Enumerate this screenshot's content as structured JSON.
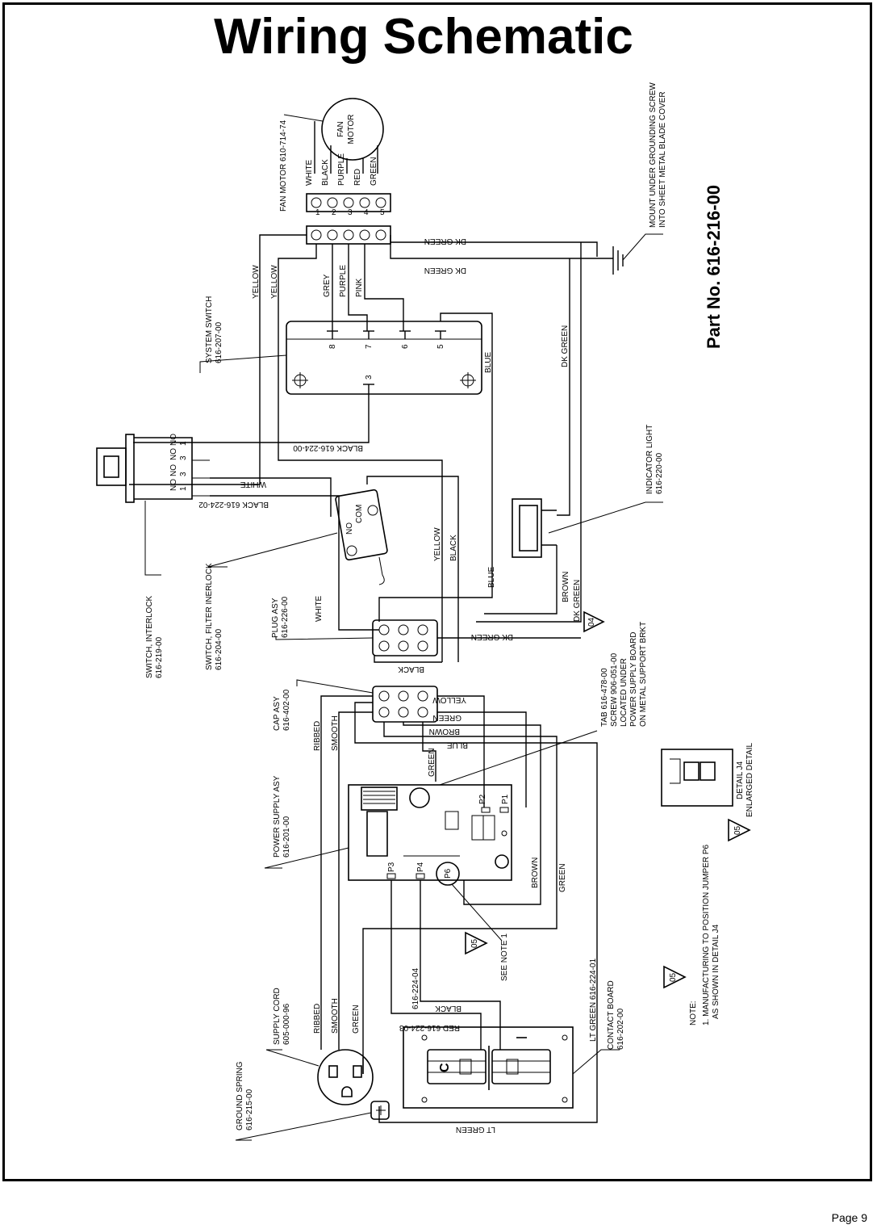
{
  "page": {
    "title": "Wiring Schematic",
    "page_number": "Page 9",
    "part_number": "Part No. 616-216-00"
  },
  "labels": {
    "fan_motor_ref": "FAN MOTOR 610-714-74",
    "fan_motor_l1": "FAN",
    "fan_motor_l2": "MOTOR",
    "mount_note_1": "MOUNT UNDER GROUNDING SCREW",
    "mount_note_2": "INTO SHEET METAL BLADE COVER",
    "system_switch_1": "SYSTEM SWITCH",
    "system_switch_2": "616-207-00",
    "indicator_light_1": "INDICATOR LIGHT",
    "indicator_light_2": "616-220-00",
    "switch_interlock_1": "SWITCH, INTERLOCK",
    "switch_interlock_2": "616-219-00",
    "switch_filter_1": "SWITCH, FILTER INERLOCK",
    "switch_filter_2": "616-204-00",
    "plug_asy_1": "PLUG ASY",
    "plug_asy_2": "616-226-00",
    "cap_asy_1": "CAP ASY",
    "cap_asy_2": "616-402-00",
    "power_supply_1": "POWER SUPPLY ASY",
    "power_supply_2": "616-201-00",
    "supply_cord_1": "SUPPLY CORD",
    "supply_cord_2": "605-000-96",
    "ground_spring_1": "GROUND SPRING",
    "ground_spring_2": "616-215-00",
    "contact_board_1": "CONTACT BOARD",
    "contact_board_2": "616-202-00",
    "tab_1": "TAB 616-478-00",
    "tab_2": "SCREW 906-051-00",
    "tab_3": "LOCATED UNDER",
    "tab_4": "POWER SUPPLY BOARD",
    "tab_5": "ON METAL SUPPORT BRKT",
    "detail_1": "DETAIL J4",
    "detail_2": "ENLARGED DETAIL",
    "see_note": "SEE NOTE 1",
    "note_title": "NOTE:",
    "note_1": "1. MANUFACTURING TO POSITION JUMPER P6",
    "note_2": "AS SHOWN IN DETAIL J4",
    "tri_04": "04",
    "tri_05a": "05",
    "tri_05b": "05",
    "tri_05c": "05",
    "black_00": "BLACK 616-224-00",
    "black_02": "BLACK 616-224-02",
    "red_03": "RED 616-224-03",
    "w_04": "616-224-04",
    "ltgreen_01": "LT GREEN 616-224-01",
    "sw_no1": "NO",
    "sw_no2": "NO",
    "sw_no3": "NO",
    "sw_no4": "NO",
    "sw_3a": "3",
    "sw_3b": "3",
    "sw_1a": "1",
    "sw_1b": "1",
    "com": "COM",
    "no": "NO",
    "p1": "P1",
    "p2": "P2",
    "p3": "P3",
    "p4": "P4",
    "p6": "P6",
    "ss_8": "8",
    "ss_7": "7",
    "ss_6": "6",
    "ss_5": "5",
    "ss_3": "3"
  },
  "fan_terminals": [
    "1",
    "2",
    "3",
    "4",
    "5"
  ],
  "wires": {
    "white": "WHITE",
    "black": "BLACK",
    "purple": "PURPLE",
    "red": "RED",
    "green": "GREEN",
    "grey": "GREY",
    "purple2": "PURPLE",
    "pink": "PINK",
    "yellow1": "YELLOW",
    "yellow2": "YELLOW",
    "dkgreen1": "DK GREEN",
    "dkgreen2": "DK GREEN",
    "dkgreen3": "DK GREEN",
    "dkgreen4": "DK GREEN",
    "dkgreen5": "DK GREEN",
    "blue1": "BLUE",
    "blue2": "BLUE",
    "blue3": "BLUE",
    "white2": "WHITE",
    "white3": "WHITE",
    "yellow3": "YELLOW",
    "black2": "BLACK",
    "black3": "BLACK",
    "black4": "BLACK",
    "brown1": "BROWN",
    "brown2": "BROWN",
    "brown3": "BROWN",
    "yellow4": "YELLOW",
    "green2": "GREEN",
    "green3": "GREEN",
    "green4": "GREEN",
    "green5": "GREEN",
    "ribbed1": "RIBBED",
    "smooth1": "SMOOTH",
    "ribbed2": "RIBBED",
    "smooth2": "SMOOTH",
    "ltgreen": "LT GREEN"
  }
}
